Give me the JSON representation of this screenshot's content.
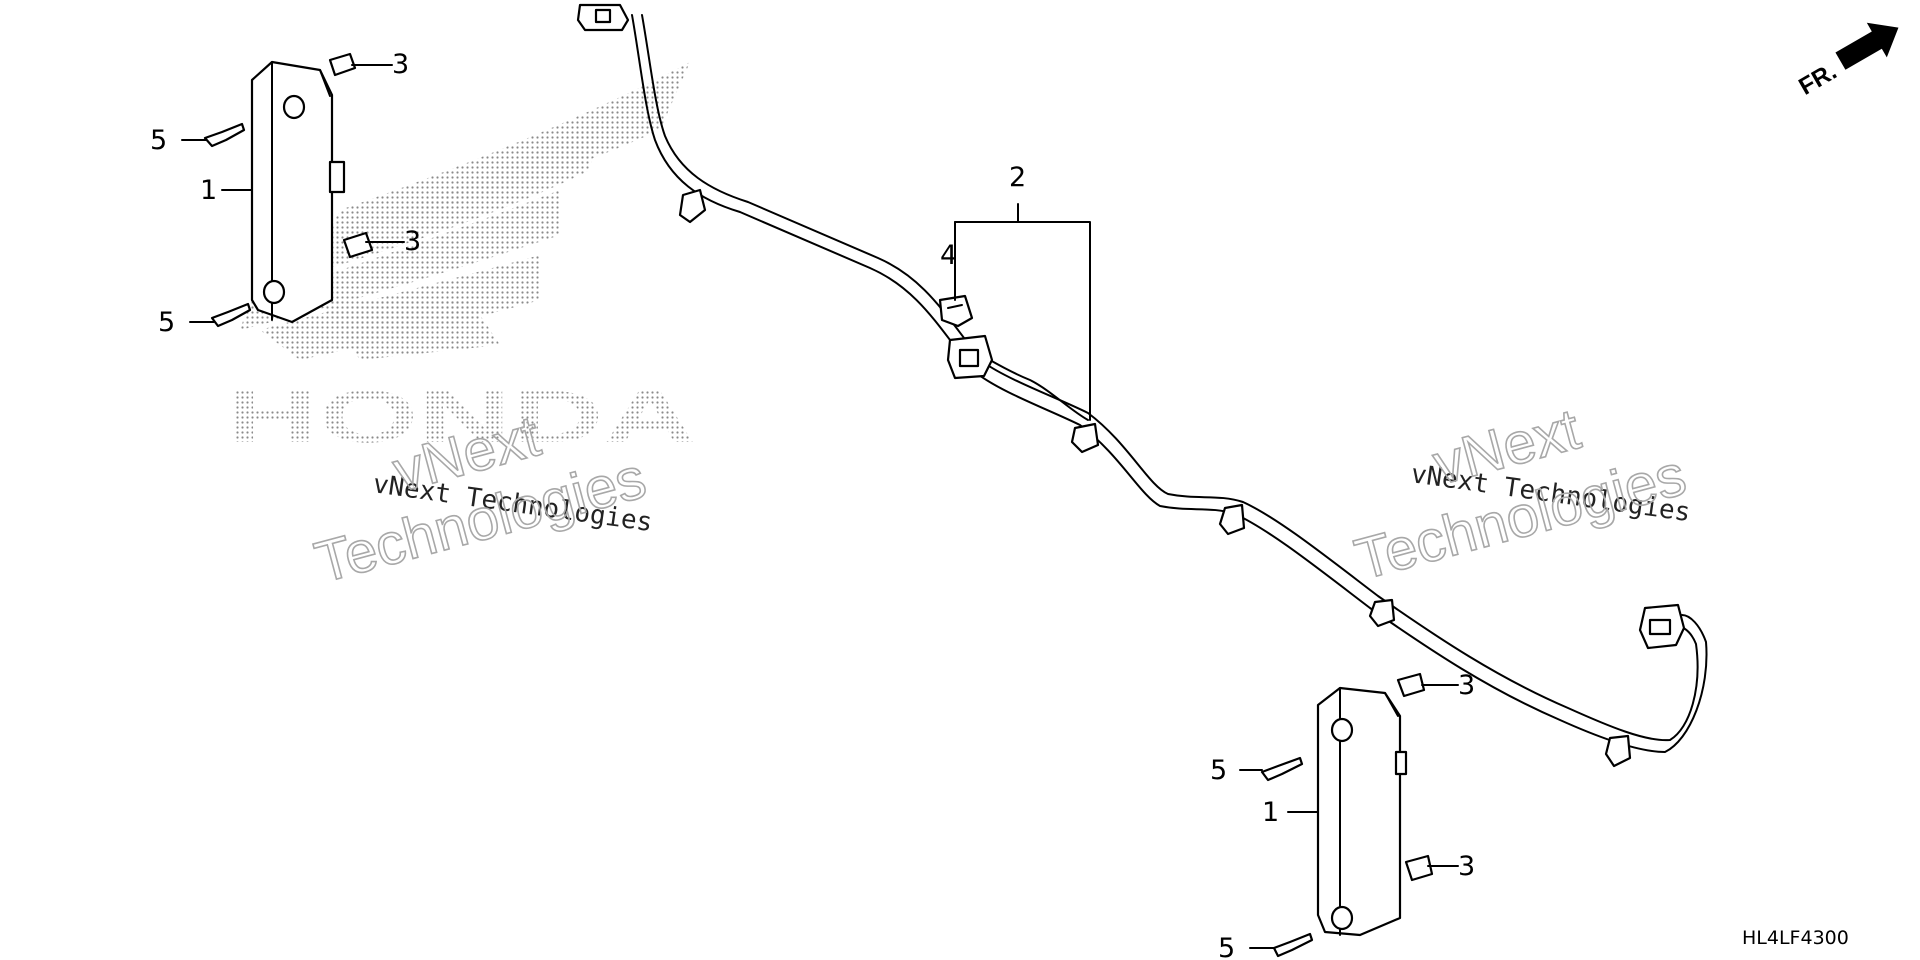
{
  "callouts": {
    "part1_top": "1",
    "part1_bottom": "1",
    "part2": "2",
    "part3_top_a": "3",
    "part3_top_b": "3",
    "part3_bottom_a": "3",
    "part3_bottom_b": "3",
    "part4": "4",
    "part5_top_a": "5",
    "part5_top_b": "5",
    "part5_bottom_a": "5",
    "part5_bottom_b": "5"
  },
  "orientation": {
    "label": "FR."
  },
  "diagram_code": "HL4LF4300",
  "watermarks": {
    "left_small": "vNext Technologies",
    "left_big_line1": "vNext",
    "left_big_line2": "Technologies",
    "right_small": "vNext Technologies",
    "right_big_line1": "vNext",
    "right_big_line2": "Technologies"
  },
  "logo": {
    "text": "HONDA"
  },
  "icons": {
    "arrow": "front-direction-arrow-icon"
  }
}
